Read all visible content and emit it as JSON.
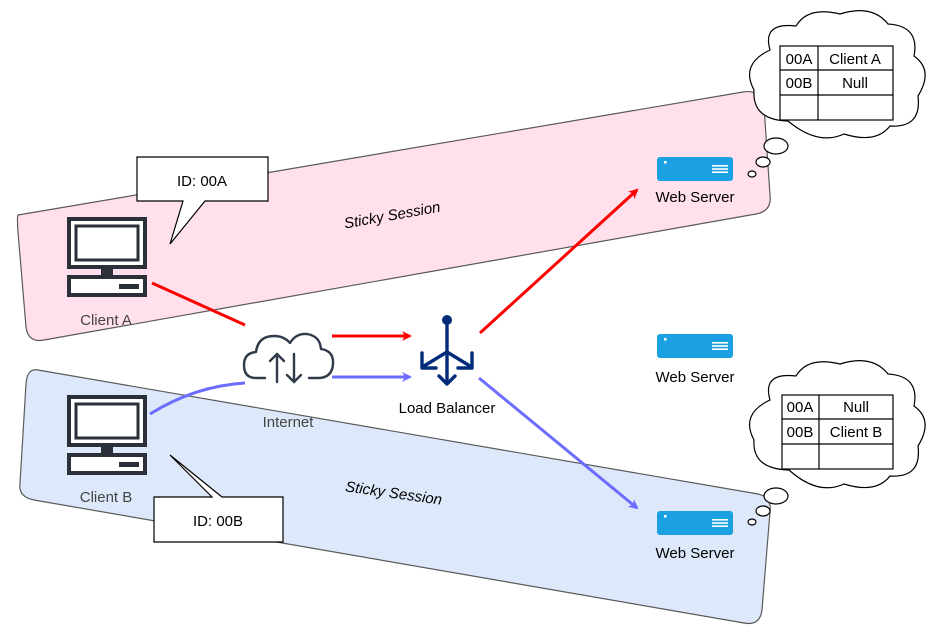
{
  "colors": {
    "band_a_fill": "#ffe0ec",
    "band_b_fill": "#dde9fb",
    "band_stroke": "#5a5a5a",
    "client_a_link": "#ff0000",
    "client_b_link": "#6c6cff",
    "load_balancer": "#002a7a",
    "server": "#1ba1e2",
    "text": "#000000",
    "muted_text": "#444444"
  },
  "bands": {
    "a_label": "Sticky Session",
    "b_label": "Sticky Session"
  },
  "clients": {
    "a": {
      "label": "Client A",
      "callout": "ID: 00A",
      "icon": "computer-icon"
    },
    "b": {
      "label": "Client B",
      "callout": "ID: 00B",
      "icon": "computer-icon"
    }
  },
  "internet": {
    "label": "Internet",
    "icon": "cloud-upload-download-icon"
  },
  "load_balancer": {
    "label": "Load Balancer",
    "icon": "load-balancer-icon"
  },
  "servers": [
    {
      "label": "Web Server",
      "icon": "server-icon"
    },
    {
      "label": "Web Server",
      "icon": "server-icon"
    },
    {
      "label": "Web Server",
      "icon": "server-icon"
    }
  ],
  "session_tables": {
    "top": {
      "rows": [
        [
          "00A",
          "Client A"
        ],
        [
          "00B",
          "Null"
        ],
        [
          "",
          ""
        ]
      ]
    },
    "bottom": {
      "rows": [
        [
          "00A",
          "Null"
        ],
        [
          "00B",
          "Client B"
        ],
        [
          "",
          ""
        ]
      ]
    }
  }
}
